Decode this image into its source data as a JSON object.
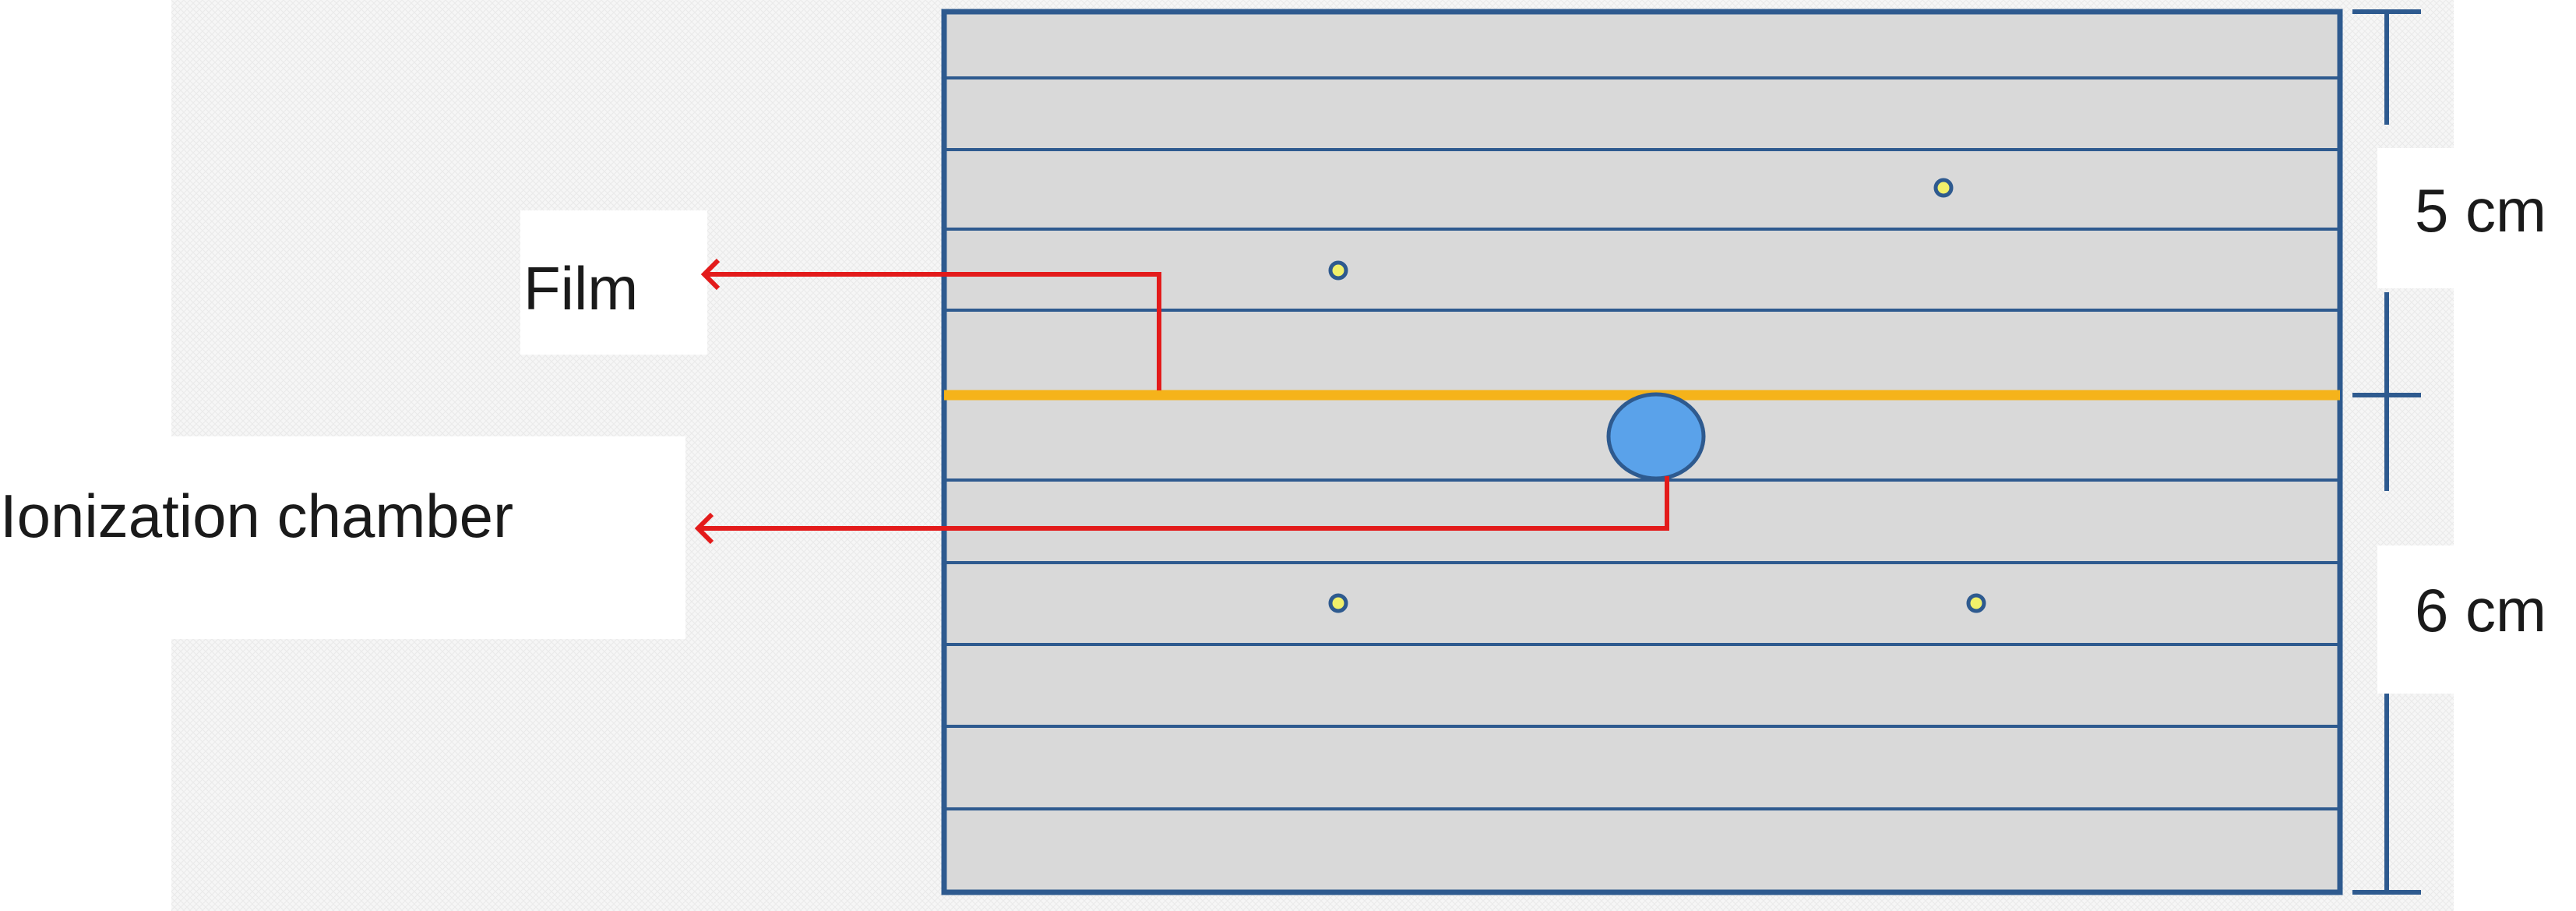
{
  "labels": {
    "film": "Film",
    "ionization_chamber": "Ionization chamber",
    "upper_distance": "5 cm",
    "lower_distance": "6 cm"
  },
  "colors": {
    "background_texture": "#f1f1f1",
    "phantom_fill": "#d9d9d9",
    "phantom_border": "#2e5a8f",
    "slab_lines": "#2e5a8f",
    "film_line": "#f5b31a",
    "arrows": "#e31b1b",
    "chamber_fill": "#5aa2ea",
    "chamber_border": "#2e5a8f",
    "markers_fill": "#f1f06a",
    "dimension_lines": "#2e5a8f"
  }
}
